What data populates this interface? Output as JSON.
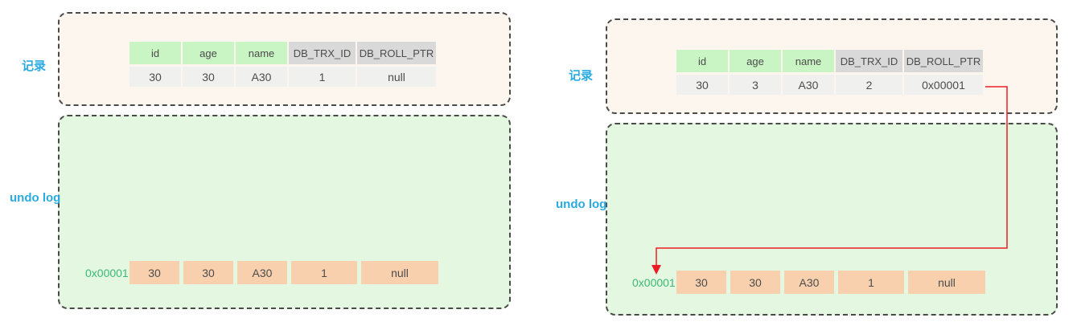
{
  "labels": {
    "record_zh": "记录",
    "undo_log": "undo log"
  },
  "columns": [
    "id",
    "age",
    "name",
    "DB_TRX_ID",
    "DB_ROLL_PTR"
  ],
  "left": {
    "record_row": [
      "30",
      "30",
      "A30",
      "1",
      "null"
    ],
    "undo_addr": "0x00001",
    "undo_row": [
      "30",
      "30",
      "A30",
      "1",
      "null"
    ]
  },
  "right": {
    "record_row": [
      "30",
      "3",
      "A30",
      "2",
      "0x00001"
    ],
    "undo_addr": "0x00001",
    "undo_row": [
      "30",
      "30",
      "A30",
      "1",
      "null"
    ]
  },
  "colors": {
    "label_cyan": "#29abe2",
    "header_green_bg": "#c9f4c3",
    "header_gray_bg": "#d9d9d9",
    "cell_gray_bg": "#f0f0ef",
    "undo_cell_orange_bg": "#f8d0ae",
    "addr_green_text": "#3cb878",
    "arrow_red": "#ec1c24",
    "record_panel_bg": "#fdf6ee",
    "undo_panel_bg": "#e4f7e0",
    "dashed_border": "#4a4a4a",
    "cell_text": "#4c4c4c"
  }
}
